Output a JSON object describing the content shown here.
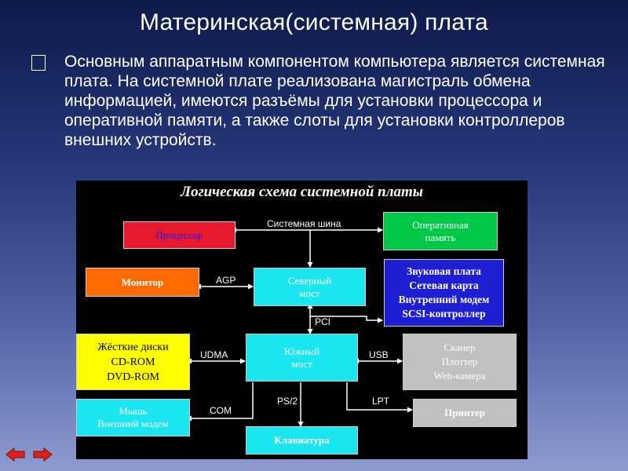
{
  "slide": {
    "title": "Материнская(системная) плата",
    "bullet_icon": "square-bullet-icon",
    "bullet_text": "Основным аппаратным компонентом компьютера является системная плата. На системной плате реализована магистраль обмена информацией, имеются разъёмы для установки процессора и оперативной памяти, а также слоты для установки контроллеров внешних устройств."
  },
  "diagram": {
    "title": "Логическая схема системной платы",
    "nodes": {
      "cpu": "Процессор",
      "ram": "Оперативная\nпамять",
      "monitor": "Монитор",
      "northbridge": "Северный\nмост",
      "expansion": "Звуковая плата\nСетевая карта\nВнутренний модем\nSCSI-контроллер",
      "disks": "Жёсткие диски\nCD-ROM\nDVD-ROM",
      "southbridge": "Южный\nмост",
      "scanner": "Сканер\nПлоттер\nWeb-камера",
      "mouse": "Мышь\nВнешний модем",
      "printer": "Принтер",
      "keyboard": "Клавиатура"
    },
    "buses": {
      "system_bus": "Системная шина",
      "agp": "AGP",
      "pci": "PCI",
      "udma": "UDMA",
      "usb": "USB",
      "com": "COM",
      "ps2": "PS/2",
      "lpt": "LPT"
    },
    "colors": {
      "cpu": "#e8192c",
      "ram": "#00c94a",
      "monitor": "#ff6a00",
      "northbridge": "#19e6f0",
      "expansion": "#1e1ed2",
      "disks": "#ffff00",
      "southbridge": "#19e6f0",
      "scanner": "#c0c0c0",
      "mouse": "#19e6f0",
      "printer": "#c0c0c0",
      "keyboard": "#19e6f0"
    }
  },
  "navigation": {
    "prev_icon": "arrow-left-icon",
    "next_icon": "arrow-right-icon"
  }
}
